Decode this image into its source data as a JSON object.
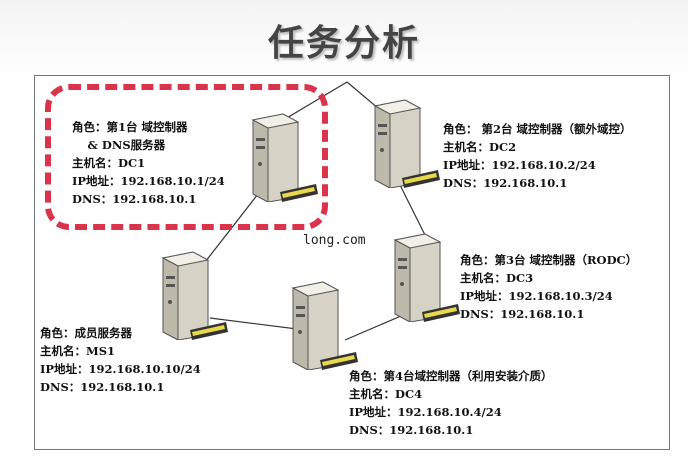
{
  "title": "任务分析",
  "domain": "long.com",
  "servers": [
    {
      "id": "dc1",
      "lines": [
        "角色：第1台 域控制器",
        "　 & DNS服务器",
        "主机名：DC1",
        "IP地址：192.168.10.1/24",
        "DNS：192.168.10.1"
      ]
    },
    {
      "id": "dc2",
      "lines": [
        "角色： 第2台 域控制器（额外域控）",
        "主机名：DC2",
        "IP地址：192.168.10.2/24",
        "DNS：192.168.10.1"
      ]
    },
    {
      "id": "dc3",
      "lines": [
        "角色：第3台 域控制器（RODC）",
        "主机名：DC3",
        "IP地址：192.168.10.3/24",
        "DNS：192.168.10.1"
      ]
    },
    {
      "id": "ms1",
      "lines": [
        "角色：成员服务器",
        "主机名：MS1",
        "IP地址：192.168.10.10/24",
        "DNS：192.168.10.1"
      ]
    },
    {
      "id": "dc4",
      "lines": [
        "角色：第4台域控制器（利用安装介质）",
        "主机名：DC4",
        "IP地址：192.168.10.4/24",
        "DNS：192.168.10.1"
      ]
    }
  ],
  "colors": {
    "highlight": "#d9344b",
    "server_body": "#e9e6d8",
    "line": "#333333"
  },
  "icon_names": [
    "server-icon"
  ]
}
